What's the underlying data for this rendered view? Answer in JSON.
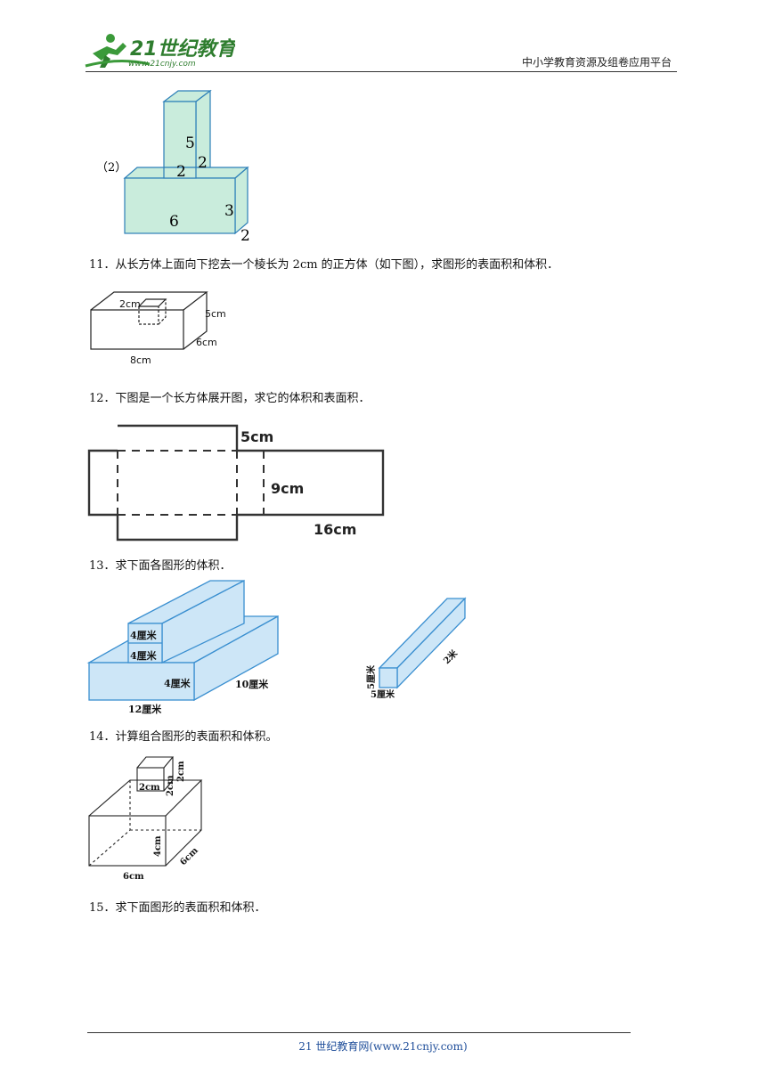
{
  "header": {
    "logo_name": "21世纪教育",
    "logo_url": "www.21cnjy.com",
    "right_text": "中小学教育资源及组卷应用平台"
  },
  "fig2": {
    "part_label": "（2）",
    "top_w": "2",
    "top_h": "5",
    "top_d": "2",
    "base_w": "6",
    "base_h": "3",
    "base_d": "2"
  },
  "q11": {
    "text": "11．从长方体上面向下挖去一个棱长为 2cm 的正方体（如下图），求图形的表面积和体积．",
    "labels": {
      "cube": "2cm",
      "height": "5cm",
      "depth": "6cm",
      "length": "8cm"
    }
  },
  "q12": {
    "text": "12．下图是一个长方体展开图，求它的体积和表面积．",
    "labels": {
      "a": "5cm",
      "b": "9cm",
      "c": "16cm"
    }
  },
  "q13": {
    "text": "13．求下面各图形的体积．",
    "left": {
      "top1": "4厘米",
      "top2": "4厘米",
      "mid": "4厘米",
      "depth": "10厘米",
      "length": "12厘米"
    },
    "right": {
      "height": "5厘米",
      "width": "5厘米",
      "length": "2米"
    }
  },
  "q14": {
    "text": "14．计算组合图形的表面积和体积。",
    "labels": {
      "cube_w": "2cm",
      "cube_h": "2cm",
      "cube_d": "2cm",
      "height": "4cm",
      "depth": "6cm",
      "length": "6cm"
    }
  },
  "q15": {
    "text": "15．求下面图形的表面积和体积．"
  },
  "footer": {
    "text": "21 世纪教育网(www.21cnjy.com)"
  },
  "colors": {
    "fill_green": "#c9ecdc",
    "fill_blue": "#cde6f7",
    "stroke_blue": "#3a8fd0",
    "footer_blue": "#1f4e9a"
  }
}
